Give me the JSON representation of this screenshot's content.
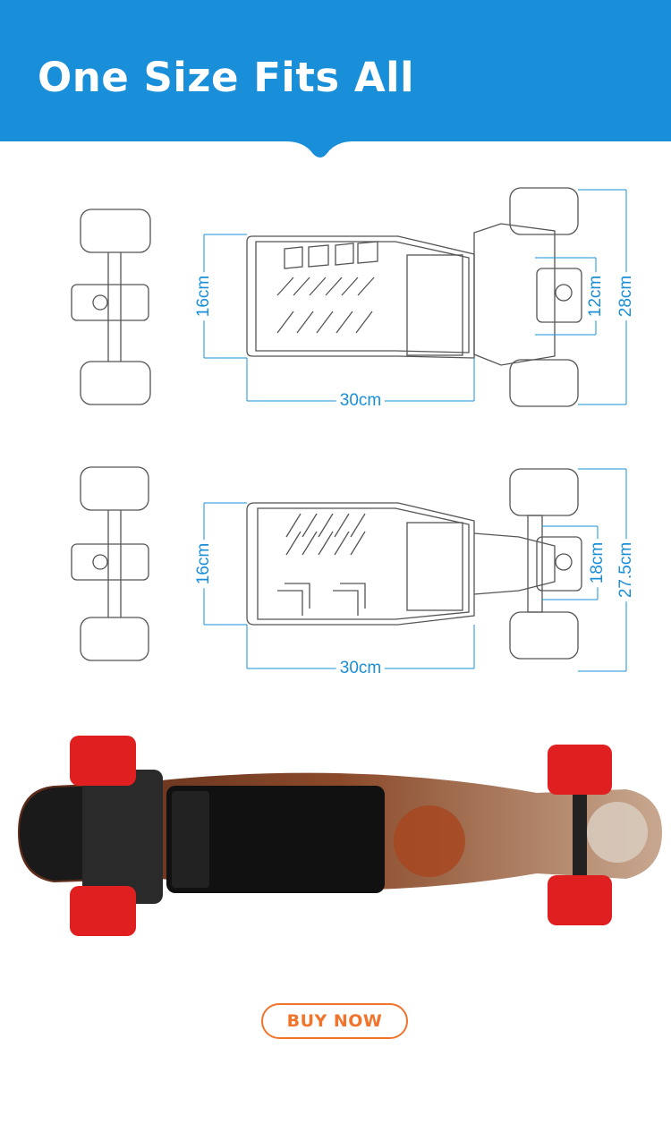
{
  "header": {
    "title": "One Size Fits All"
  },
  "top_view": {
    "deck_width": "16cm",
    "deck_length": "30cm",
    "truck_inner": "12cm",
    "truck_outer": "28cm"
  },
  "bottom_view": {
    "deck_width": "16cm",
    "deck_length": "30cm",
    "truck_inner": "18cm",
    "truck_outer": "27.5cm"
  },
  "cta": {
    "label": "BUY NOW"
  },
  "colors": {
    "brand_blue": "#1a8fd9",
    "cta_orange": "#f0742b",
    "wheel_red": "#e02020"
  }
}
